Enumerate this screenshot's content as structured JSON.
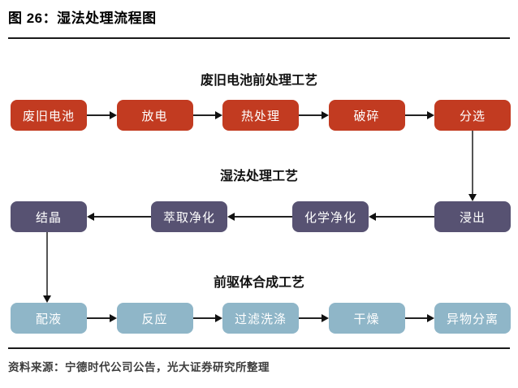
{
  "title": "图 26：湿法处理流程图",
  "source": "资料来源：宁德时代公司公告，光大证券研究所整理",
  "colors": {
    "pretreatment": "#c23b21",
    "wet": "#575272",
    "precursor": "#8fb6c8",
    "line": "#222222",
    "rule": "#1a1a1a",
    "box_text": "#ffffff"
  },
  "flow": {
    "rows": [
      {
        "id": "pretreatment",
        "label": "废旧电池前处理工艺",
        "direction": "right",
        "color_key": "pretreatment",
        "boxes": [
          "废旧电池",
          "放电",
          "热处理",
          "破碎",
          "分选"
        ]
      },
      {
        "id": "wet",
        "label": "湿法处理工艺",
        "direction": "left",
        "color_key": "wet",
        "boxes": [
          "结晶",
          "萃取净化",
          "化学净化",
          "浸出"
        ]
      },
      {
        "id": "precursor",
        "label": "前驱体合成工艺",
        "direction": "right",
        "color_key": "precursor",
        "boxes": [
          "配液",
          "反应",
          "过滤洗涤",
          "干燥",
          "异物分离"
        ]
      }
    ],
    "connectors": [
      {
        "from": "分选",
        "to": "浸出"
      },
      {
        "from": "结晶",
        "to": "配液"
      }
    ]
  }
}
